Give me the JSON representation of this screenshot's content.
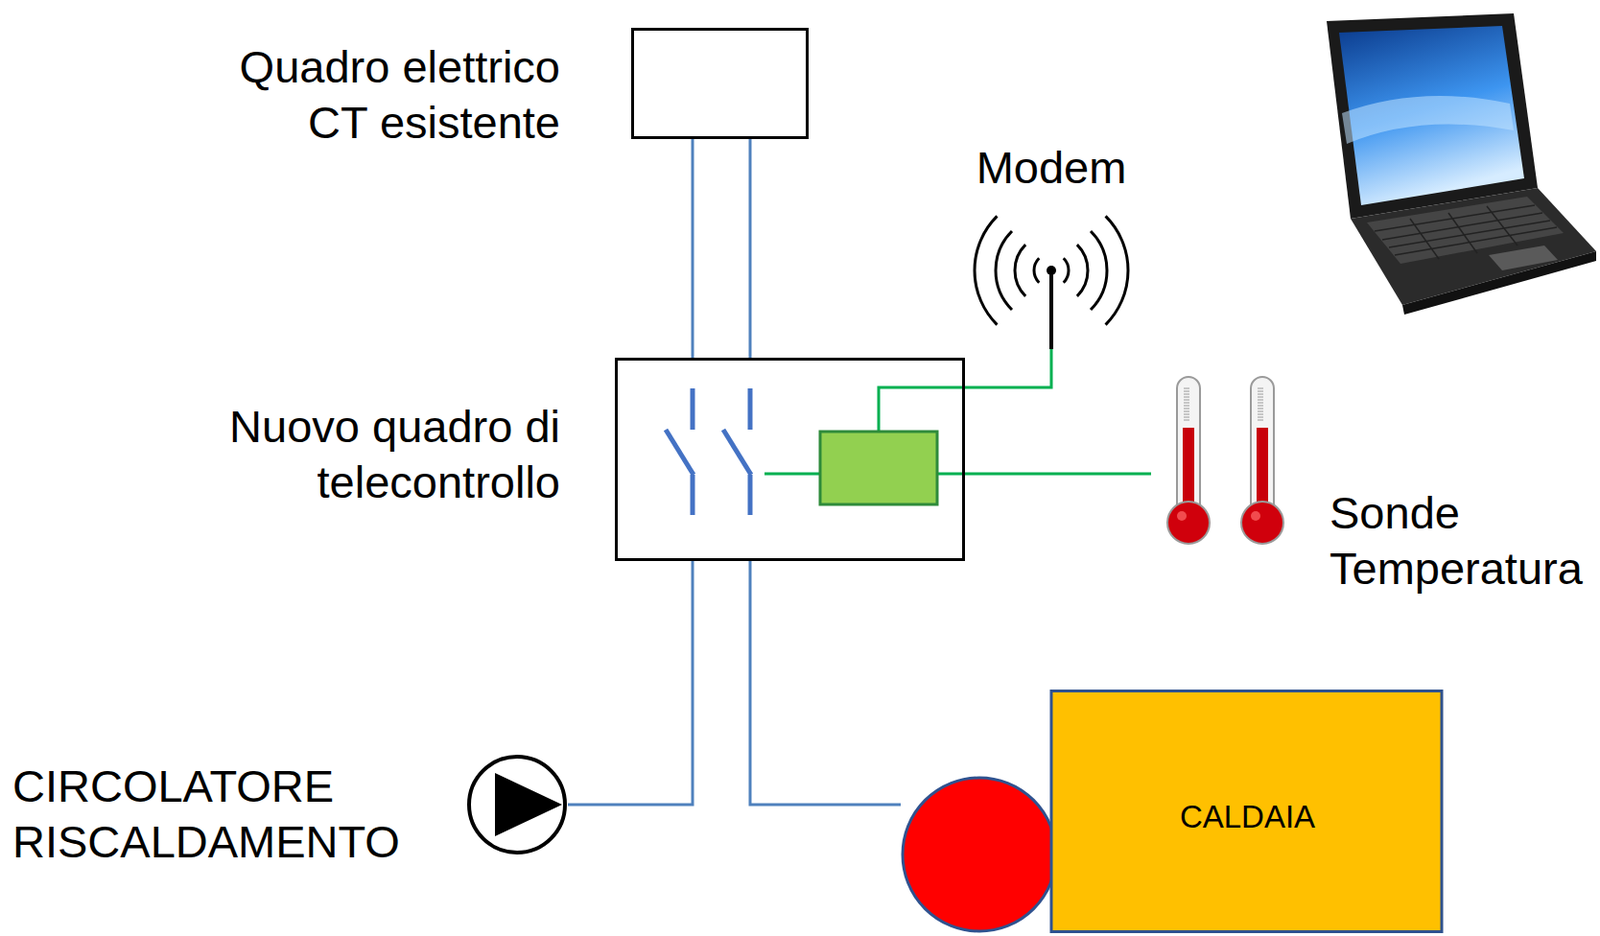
{
  "diagram": {
    "nodes": [
      {
        "text": [
          "Quadro elettrico CT esistente"
        ]
      },
      {
        "text": [
          "Nuovo quadro di telecontrollo"
        ]
      },
      {
        "text": [
          "Modem"
        ]
      },
      {
        "text": [
          "Sonde Temperatura"
        ]
      },
      {
        "text": [
          "CIRCOLATORE RISCALDAMENTO"
        ]
      },
      {
        "text": [
          "CALDAIA"
        ]
      }
    ],
    "edges": [
      {
        "from": 0,
        "to": 1,
        "arrow": "none"
      },
      {
        "from": 0,
        "to": 1,
        "arrow": "none"
      },
      {
        "from": 1,
        "to": 2,
        "arrow": "none"
      },
      {
        "from": 1,
        "to": 3,
        "arrow": "none"
      },
      {
        "from": 1,
        "to": 4,
        "arrow": "none"
      },
      {
        "from": 1,
        "to": 5,
        "arrow": "none"
      }
    ]
  }
}
